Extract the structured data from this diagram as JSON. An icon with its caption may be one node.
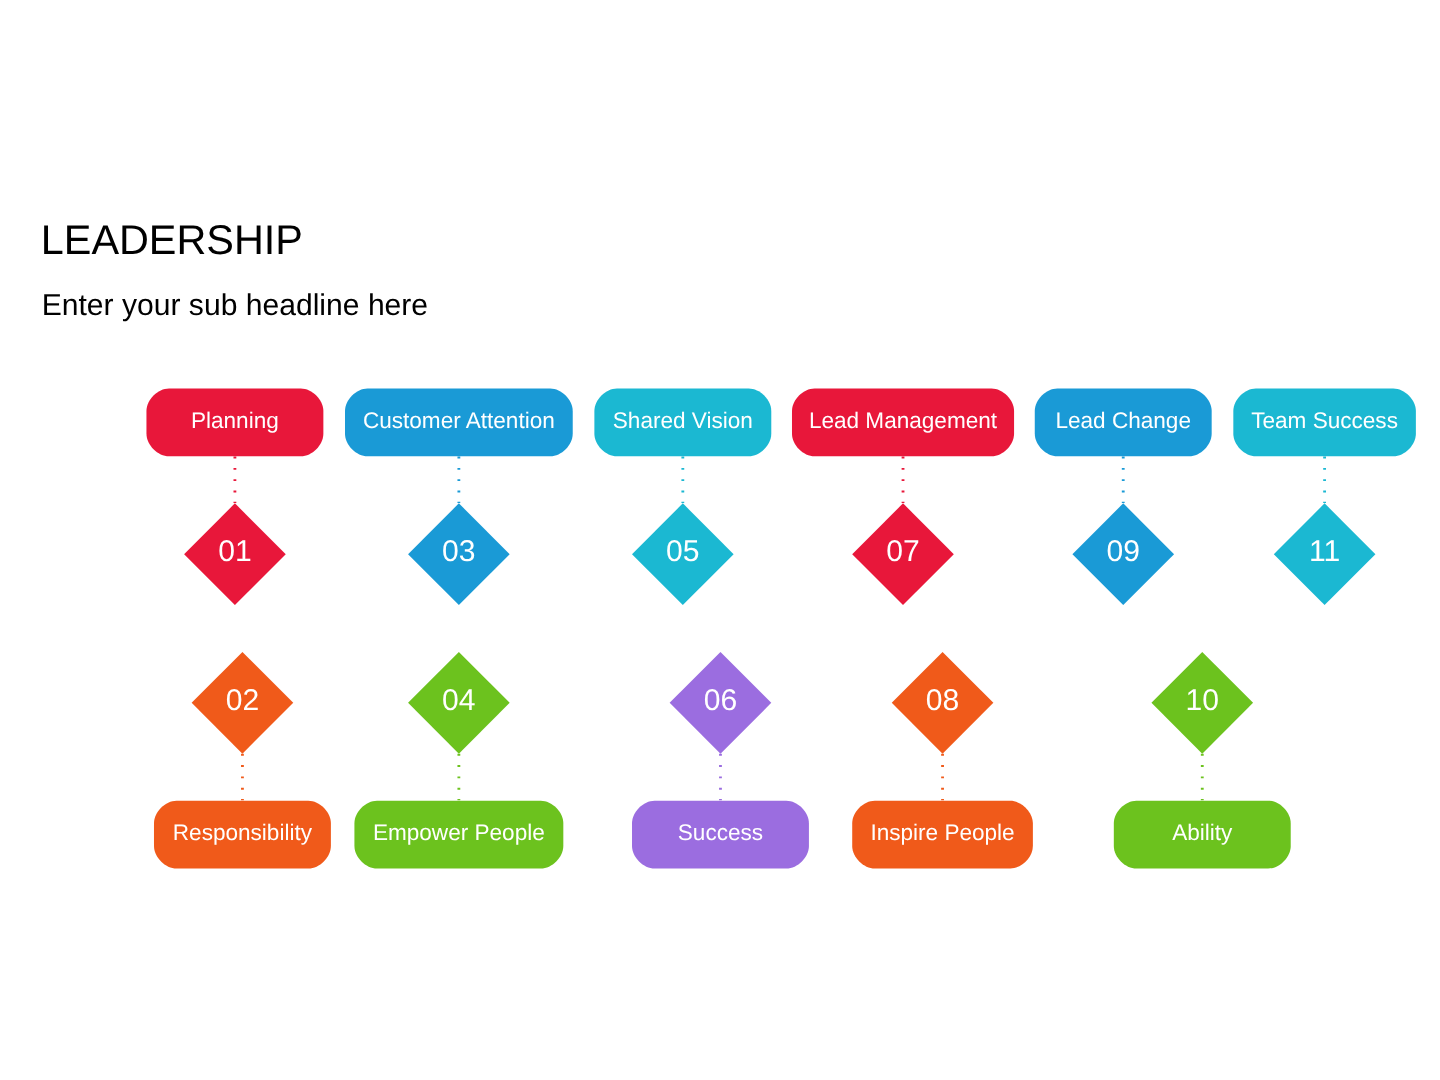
{
  "diagram": {
    "title": "LEADERSHIP",
    "nodes": [
      {
        "text": [
          "Planning"
        ]
      },
      {
        "text": [
          "01"
        ]
      },
      {
        "text": [
          "Responsibility"
        ]
      },
      {
        "text": [
          "02"
        ]
      },
      {
        "text": [
          "Customer Attention"
        ]
      },
      {
        "text": [
          "03"
        ]
      },
      {
        "text": [
          "Empower People"
        ]
      },
      {
        "text": [
          "04"
        ]
      },
      {
        "text": [
          "Shared Vision"
        ]
      },
      {
        "text": [
          "05"
        ]
      },
      {
        "text": [
          "Success"
        ]
      },
      {
        "text": [
          "06"
        ]
      },
      {
        "text": [
          "Lead Management"
        ]
      },
      {
        "text": [
          "07"
        ]
      },
      {
        "text": [
          "Inspire People"
        ]
      },
      {
        "text": [
          "08"
        ]
      },
      {
        "text": [
          "Lead Change"
        ]
      },
      {
        "text": [
          "09"
        ]
      },
      {
        "text": [
          "Ability"
        ]
      },
      {
        "text": [
          "10"
        ]
      },
      {
        "text": [
          "Team Success"
        ]
      },
      {
        "text": [
          "11"
        ]
      }
    ],
    "edges": [
      {
        "from": 0,
        "to": 1,
        "arrow": "none",
        "color": "#e8173a"
      },
      {
        "from": 2,
        "to": 3,
        "arrow": "none",
        "color": "#f05a1a"
      },
      {
        "from": 4,
        "to": 5,
        "arrow": "none",
        "color": "#1a9ad6"
      },
      {
        "from": 6,
        "to": 7,
        "arrow": "none",
        "color": "#6cc21e"
      },
      {
        "from": 8,
        "to": 9,
        "arrow": "none",
        "color": "#1bb8d2"
      },
      {
        "from": 10,
        "to": 11,
        "arrow": "none",
        "color": "#9b6de0"
      },
      {
        "from": 12,
        "to": 13,
        "arrow": "none",
        "color": "#e8173a"
      },
      {
        "from": 14,
        "to": 15,
        "arrow": "none",
        "color": "#f05a1a"
      },
      {
        "from": 16,
        "to": 17,
        "arrow": "none",
        "color": "#1a9ad6"
      },
      {
        "from": 18,
        "to": 19,
        "arrow": "none",
        "color": "#6cc21e"
      },
      {
        "from": 20,
        "to": 21,
        "arrow": "none",
        "color": "#1bb8d2"
      }
    ],
    "labels": [
      "Enter your sub headline here"
    ]
  }
}
